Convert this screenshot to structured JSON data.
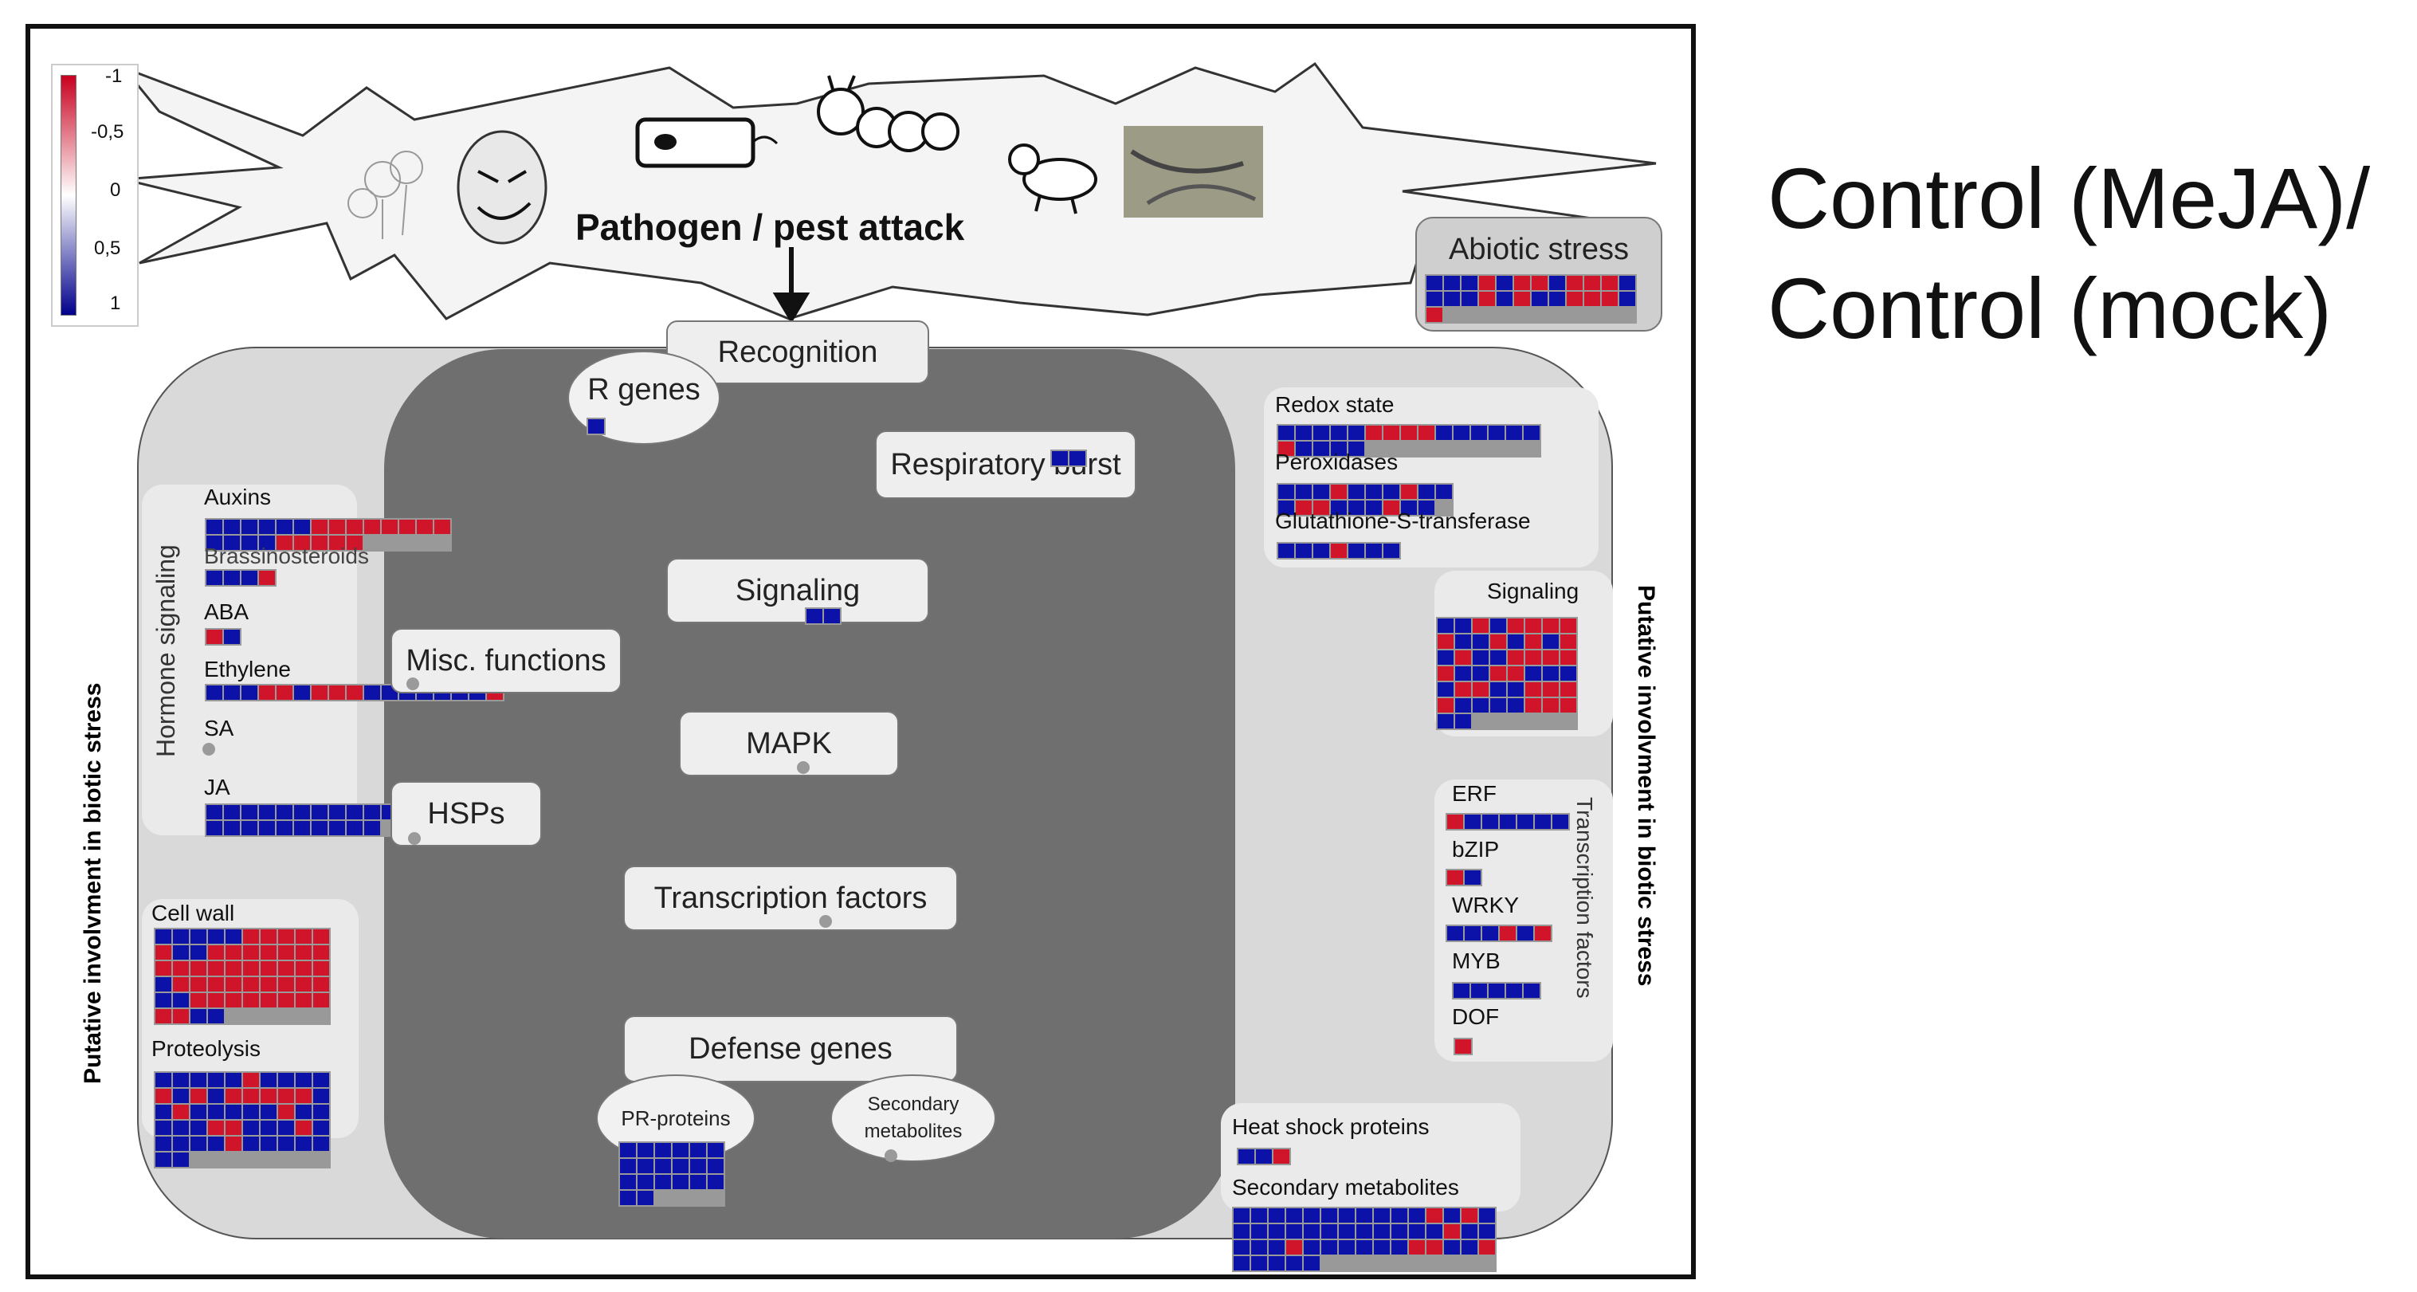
{
  "title": "Control (MeJA)/\nControl (mock)",
  "title_lines": [
    "Control (MeJA)/",
    "Control (mock)"
  ],
  "legend": {
    "ticks": [
      "-1",
      "-0,5",
      "0",
      "0,5",
      "1"
    ],
    "colors": {
      "low": "#c8001e",
      "mid": "#ffffff",
      "high": "#00008c"
    }
  },
  "colors": {
    "red": "#d0152a",
    "blue": "#0c12a8",
    "grid": "#999999"
  },
  "starburst": {
    "label": "Pathogen / pest attack",
    "icons": [
      "fungus-icon",
      "germ-icon",
      "bacterium-icon",
      "caterpillar-icon",
      "insect-icon",
      "nematode-photo"
    ]
  },
  "pathway": {
    "recognition": "Recognition",
    "r_genes": "R genes",
    "respiratory_burst": "Respiratory burst",
    "signaling": "Signaling",
    "mapk": "MAPK",
    "transcription_factors": "Transcription factors",
    "defense_genes": "Defense genes",
    "pr_proteins": "PR-proteins",
    "secondary_metabolites": [
      "Secondary",
      "metabolites"
    ],
    "misc_functions": "Misc. functions",
    "hsps": "HSPs",
    "abiotic_stress": "Abiotic stress"
  },
  "left": {
    "side_label": "Putative involvment in biotic stress",
    "hormone_label": "Hormone signaling",
    "auxins": "Auxins",
    "brassinosteroids": "Brassinosteroids",
    "aba": "ABA",
    "ethylene": "Ethylene",
    "sa": "SA",
    "ja": "JA",
    "cell_wall": "Cell wall",
    "proteolysis": "Proteolysis"
  },
  "right": {
    "side_label": "Putative involvment in biotic stress",
    "redox": "Redox state",
    "peroxidases": "Peroxidases",
    "gst": "Glutathione-S-transferase",
    "signaling": "Signaling",
    "tf_label": "Transcription factors",
    "erf": "ERF",
    "bzip": "bZIP",
    "wrky": "WRKY",
    "myb": "MYB",
    "dof": "DOF",
    "hsp": "Heat shock proteins",
    "secmet": "Secondary metabolites"
  },
  "heatmaps": {
    "abiotic": {
      "cols": 12,
      "cells": "BBBRBRRBRRRB BBBRBRBBRRRB R"
    },
    "r_genes": {
      "cols": 1,
      "cells": "B"
    },
    "resp_burst": {
      "cols": 2,
      "cells": "BB"
    },
    "signaling_center": {
      "cols": 2,
      "cells": "BB"
    },
    "auxins": {
      "cols": 14,
      "cells": "BBBBBBRRRRRRRR BBBBRRRRR"
    },
    "brassino": {
      "cols": 4,
      "cells": "BBBR"
    },
    "aba": {
      "cols": 2,
      "cells": "RB"
    },
    "ethylene": {
      "cols": 17,
      "cells": "BBBRRBRRRBBBBBBBR"
    },
    "ja": {
      "cols": 12,
      "cells": "BBBBBBBBBBBB BBBBBBBBBB"
    },
    "cellwall": {
      "cols": 10,
      "cells": "BBBBBRRRRR RBBRRRRRRR RRRRRRRRRR BRRRRRRRRR BBRRRRRRRR RRBB"
    },
    "proteolysis": {
      "cols": 10,
      "cells": "BBBBBRBBBB RBRBRRRRRB BRBBBBBRBB BBBRRBBBRB BBBBRBBBBB BB"
    },
    "pr_proteins": {
      "cols": 6,
      "cells": "BBBBBB BBBBBB BBBBBB BB"
    },
    "redox": {
      "cols": 15,
      "cells": "BBBBBRRRRBBBBBB RBBBB"
    },
    "peroxidases": {
      "cols": 10,
      "cells": "BBBRBBBRBB BRRBBBRBB"
    },
    "gst": {
      "cols": 7,
      "cells": "BBBRBBB"
    },
    "signaling_right": {
      "cols": 8,
      "cells": "BBRBRRRR RBBRBRBR BRBBRRRR RBBRRBBB BRRBBRRR RBBBBRRR BB"
    },
    "erf": {
      "cols": 7,
      "cells": "RBBBBBB"
    },
    "bzip": {
      "cols": 2,
      "cells": "RB"
    },
    "wrky": {
      "cols": 6,
      "cells": "BBBRBR"
    },
    "myb": {
      "cols": 5,
      "cells": "BBBBB"
    },
    "dof": {
      "cols": 1,
      "cells": "R"
    },
    "hsp": {
      "cols": 3,
      "cells": "BBR"
    },
    "secmet": {
      "cols": 15,
      "cells": "BBBBBBBBBBBRBRB BBBBBBBBBBBBRBB BBBRBBBBBBRRBBR BBBBB"
    }
  }
}
